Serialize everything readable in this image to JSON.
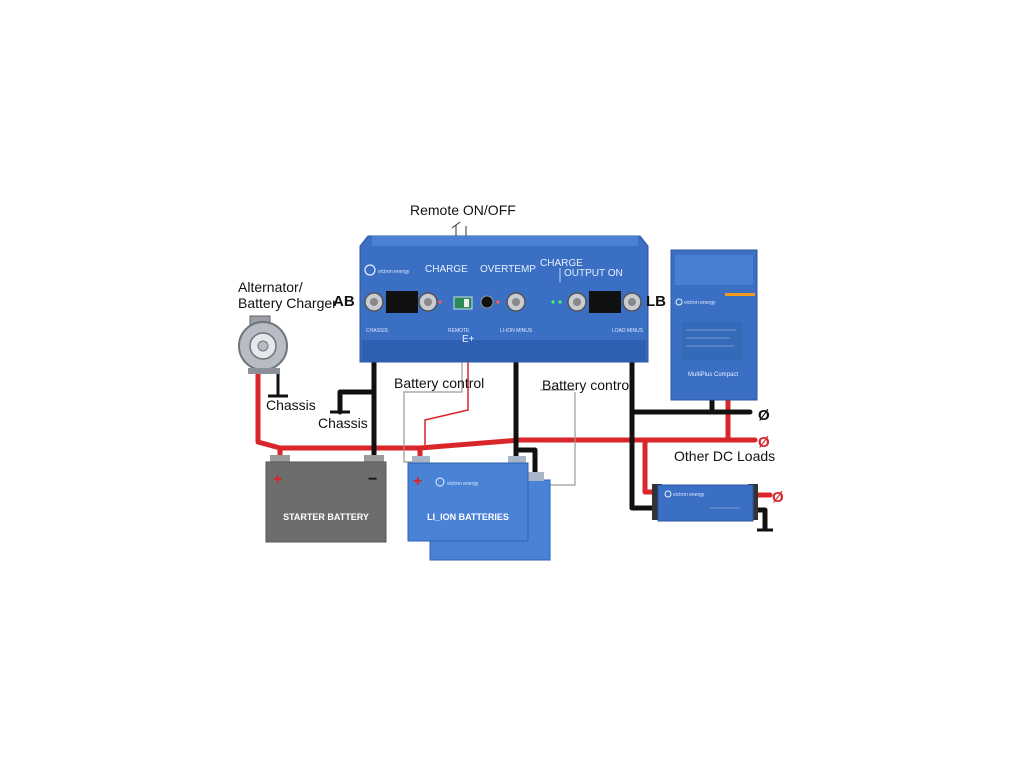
{
  "labels": {
    "remote_on_off": "Remote ON/OFF",
    "alternator_line1": "Alternator/",
    "alternator_line2": "Battery Charger",
    "ab": "AB",
    "lb": "LB",
    "chassis_1": "Chassis",
    "chassis_2": "Chassis",
    "battery_control_1": "Battery control",
    "battery_control_2": "Battery control",
    "other_dc_loads": "Other DC Loads",
    "starter_battery": "STARTER BATTERY",
    "li_ion_batteries": "LI_ION BATTERIES",
    "plus": "+",
    "minus": "−",
    "no_load_symbol": "Ø"
  },
  "main_unit": {
    "brand": "victron energy",
    "led_charge": "CHARGE",
    "led_overtemp": "OVERTEMP",
    "led_charge_output_1": "CHARGE",
    "led_charge_output_2": "OUTPUT ON",
    "term_chassis": "CHASSIS",
    "term_remote": "REMOTE",
    "term_e_plus": "E+",
    "term_li_ion_minus": "LI-ION MINUS",
    "term_load_minus": "LOAD MINUS"
  },
  "inverter": {
    "brand": "victron energy",
    "model": "MultiPlus Compact"
  },
  "li_ion_brand": "victron energy",
  "charger_brand": "victron energy",
  "colors": {
    "positive_wire": "#d8262a",
    "negative_wire": "#111111",
    "signal_wire": "#888888",
    "victron_blue": "#3a6fc4",
    "starter_gray": "#6d6d6d"
  }
}
